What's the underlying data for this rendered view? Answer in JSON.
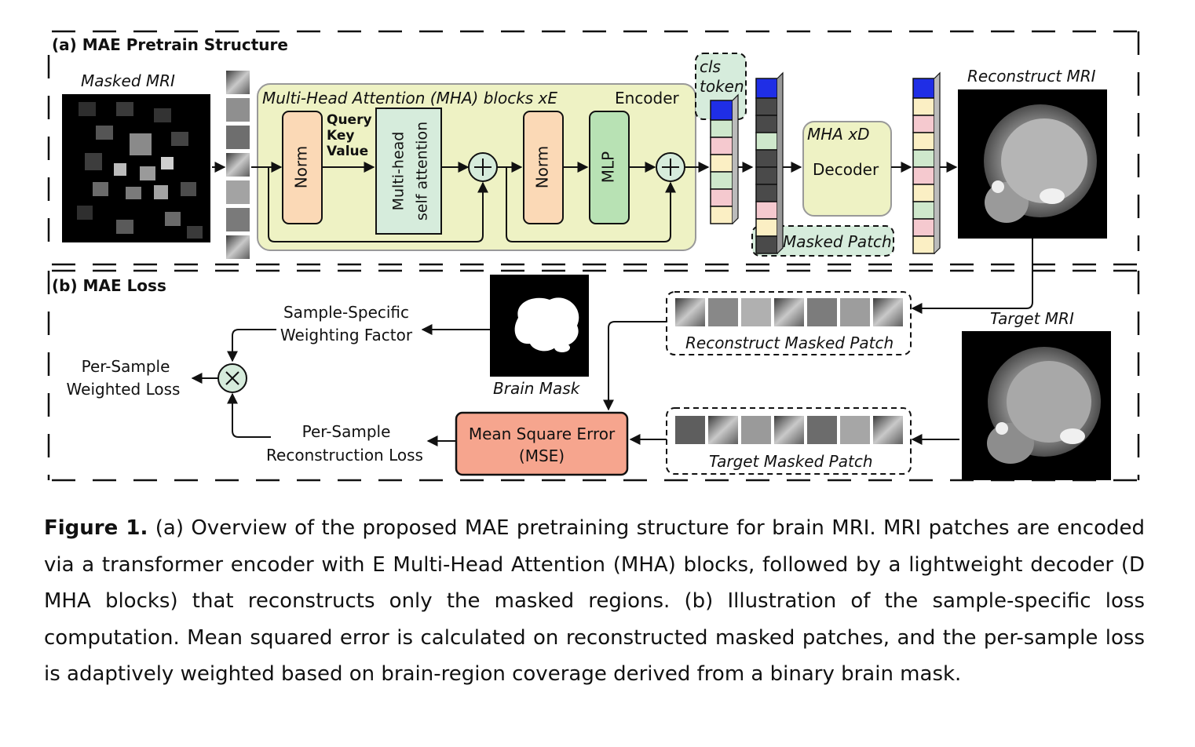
{
  "section_a": {
    "title": "(a) MAE Pretrain Structure",
    "masked_mri_label": "Masked MRI",
    "encoder_block_title": "Multi-Head Attention (MHA) blocks xE",
    "encoder_label": "Encoder",
    "norm1": "Norm",
    "qkv_lines": [
      "Query",
      "Key",
      "Value"
    ],
    "mhsa_lines": [
      "Multi-head",
      "self attention"
    ],
    "norm2": "Norm",
    "mlp": "MLP",
    "cls_token_lines": [
      "cls",
      "token"
    ],
    "decoder_lines": [
      "MHA xD",
      "Decoder"
    ],
    "masked_patch_label": "Masked Patch",
    "reconstruct_mri_label": "Reconstruct MRI"
  },
  "section_b": {
    "title": "(b) MAE Loss",
    "weighting_factor_lines": [
      "Sample-Specific",
      "Weighting Factor"
    ],
    "per_sample_weighted_lines": [
      "Per-Sample",
      "Weighted Loss"
    ],
    "reconstruction_loss_lines": [
      "Per-Sample",
      "Reconstruction Loss"
    ],
    "brain_mask_label": "Brain Mask",
    "mse_lines": [
      "Mean Square Error",
      "(MSE)"
    ],
    "reconstruct_masked_patch_label": "Reconstruct Masked Patch",
    "target_masked_patch_label": "Target Masked Patch",
    "target_mri_label": "Target MRI"
  },
  "caption": {
    "label": "Figure 1.",
    "text": " (a) Overview of the proposed MAE pretraining structure for brain MRI. MRI patches are encoded via a transformer encoder with E Multi-Head Attention (MHA) blocks, followed by a lightweight decoder (D MHA blocks) that reconstructs only the masked regions. (b) Illustration of the sample-specific loss computation. Mean squared error is calculated on reconstructed masked patches, and the per-sample loss is adaptively weighted based on brain-region coverage derived from a binary brain mask."
  },
  "colors": {
    "encoder_fill": "#eef2c4",
    "norm_fill": "#fbd9b6",
    "attention_fill": "#d6ecdc",
    "mlp_fill": "#b8e2b4",
    "decoder_fill": "#eef2c4",
    "mse_fill": "#f6a58e",
    "token_blue": "#1f2ee6",
    "token_pink": "#f5c9cf",
    "token_green": "#cfe8cc",
    "token_yellow": "#fbefc4",
    "token_dark": "#4a4a4a"
  }
}
